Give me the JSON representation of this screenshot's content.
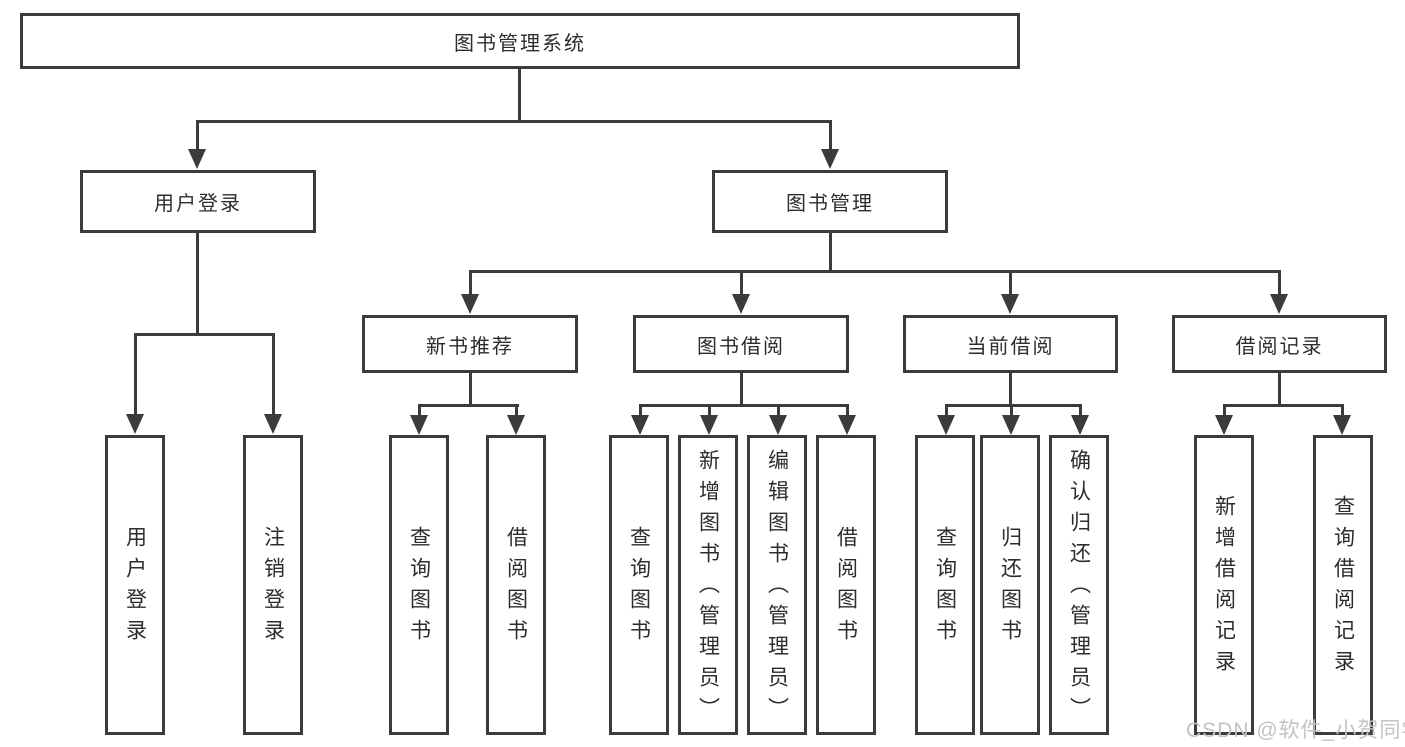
{
  "diagram": {
    "root": "图书管理系统",
    "level2": [
      "用户登录",
      "图书管理"
    ],
    "level3": [
      "新书推荐",
      "图书借阅",
      "当前借阅",
      "借阅记录"
    ],
    "leaves_login": [
      "用户登录",
      "注销登录"
    ],
    "leaves_recommend": [
      "查询图书",
      "借阅图书"
    ],
    "leaves_borrow": [
      "查询图书",
      "新增图书（管理员）",
      "编辑图书（管理员）",
      "借阅图书"
    ],
    "leaves_current": [
      "查询图书",
      "归还图书",
      "确认归还（管理员）"
    ],
    "leaves_records": [
      "新增借阅记录",
      "查询借阅记录"
    ]
  },
  "colors": {
    "line": "#3b3b3b",
    "text": "#2d2d2d",
    "watermark": "#c3c3c3"
  },
  "watermark": "CSDN @软件_小贺同学"
}
